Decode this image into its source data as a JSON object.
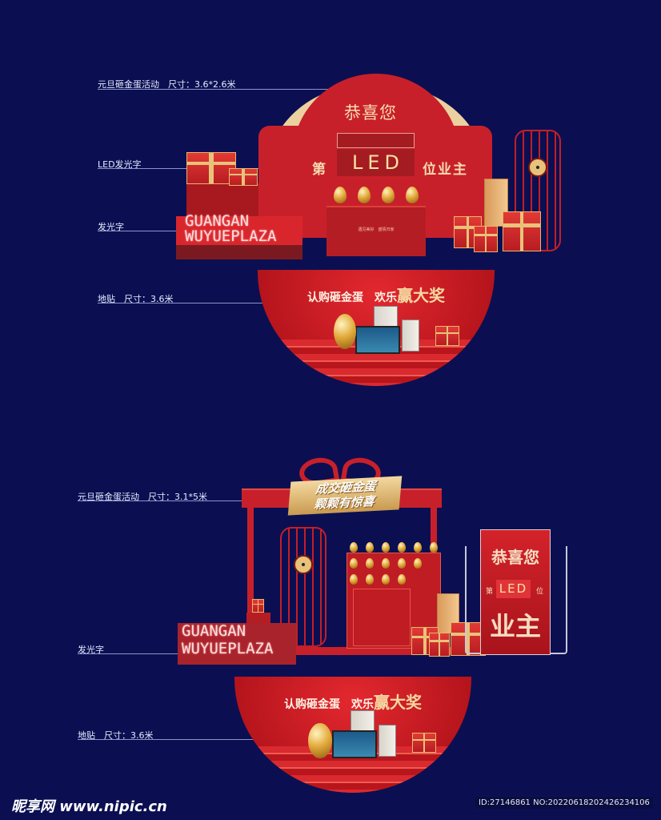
{
  "design1": {
    "labels": {
      "title": "元旦砸金蛋活动　尺寸：3.6*2.6米",
      "led": "LED发光字",
      "glow": "发光字",
      "floor": "地贴　尺寸：3.6米"
    },
    "arch": {
      "congrats": "恭喜您",
      "prefix": "第",
      "led": "LED",
      "suffix": "位业主"
    },
    "podium_text": "遇见美好　盛情归家",
    "sign": {
      "line1": "GUANGAN",
      "line2": "WUYUEPLAZA"
    },
    "decal": {
      "slogan": "认购砸金蛋　欢乐",
      "highlight": "赢大奖"
    }
  },
  "design2": {
    "labels": {
      "title": "元旦砸金蛋活动　尺寸：3.1*5米",
      "glow": "发光字",
      "floor": "地贴　尺寸：3.6米"
    },
    "banner": {
      "line1": "成交砸金蛋",
      "line2": "颗颗有惊喜"
    },
    "panel": {
      "congrats": "恭喜您",
      "prefix": "第",
      "led": "LED",
      "suffix": "位",
      "owner": "业主"
    },
    "sign": {
      "line1": "GUANGAN",
      "line2": "WUYUEPLAZA"
    },
    "decal": {
      "slogan": "认购砸金蛋　欢乐",
      "highlight": "赢大奖"
    }
  },
  "footer": {
    "watermark": "昵享网 www.nipic.cn",
    "id": "ID:27146861 NO:20220618202426234106"
  },
  "colors": {
    "background": "#0b0f52",
    "red": "#c8202a",
    "gold": "#e9c27a"
  }
}
